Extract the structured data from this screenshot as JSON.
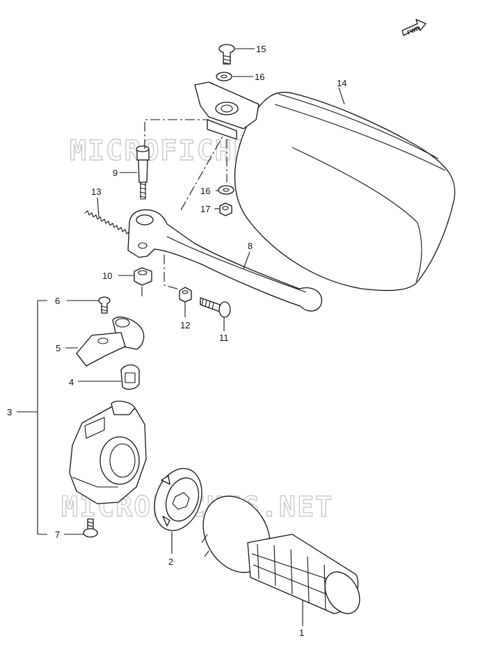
{
  "watermark": "MICROFICHES.NET",
  "fwd_label": "FWD",
  "callouts": [
    "1",
    "2",
    "3",
    "4",
    "5",
    "6",
    "7",
    "8",
    "9",
    "10",
    "11",
    "12",
    "13",
    "14",
    "15",
    "16",
    "16",
    "17"
  ]
}
